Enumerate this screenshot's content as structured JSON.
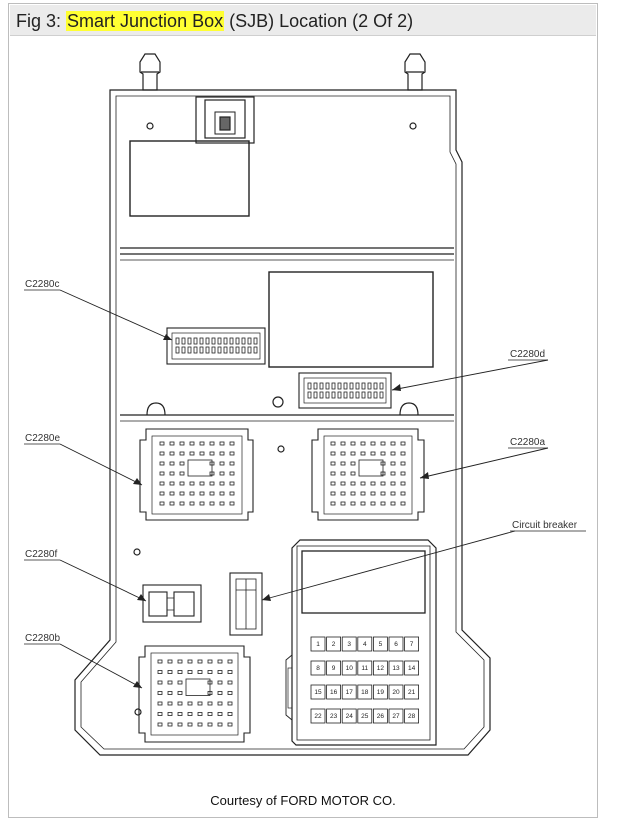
{
  "header": {
    "prefix": "Fig 3: ",
    "highlight": "Smart Junction Box",
    "suffix": " (SJB) Location (2 Of 2)",
    "highlight_color": "#ffff33"
  },
  "labels": {
    "c2280c": "C2280c",
    "c2280d": "C2280d",
    "c2280e": "C2280e",
    "c2280a": "C2280a",
    "circuit_breaker": "Circuit breaker",
    "c2280f": "C2280f",
    "c2280b": "C2280b"
  },
  "fuse_numbers": [
    [
      "1",
      "2",
      "3",
      "4",
      "5",
      "6",
      "7"
    ],
    [
      "8",
      "9",
      "10",
      "11",
      "12",
      "13",
      "14"
    ],
    [
      "15",
      "16",
      "17",
      "18",
      "19",
      "20",
      "21"
    ],
    [
      "22",
      "23",
      "24",
      "25",
      "26",
      "27",
      "28"
    ]
  ],
  "credit": "Courtesy of FORD MOTOR CO."
}
